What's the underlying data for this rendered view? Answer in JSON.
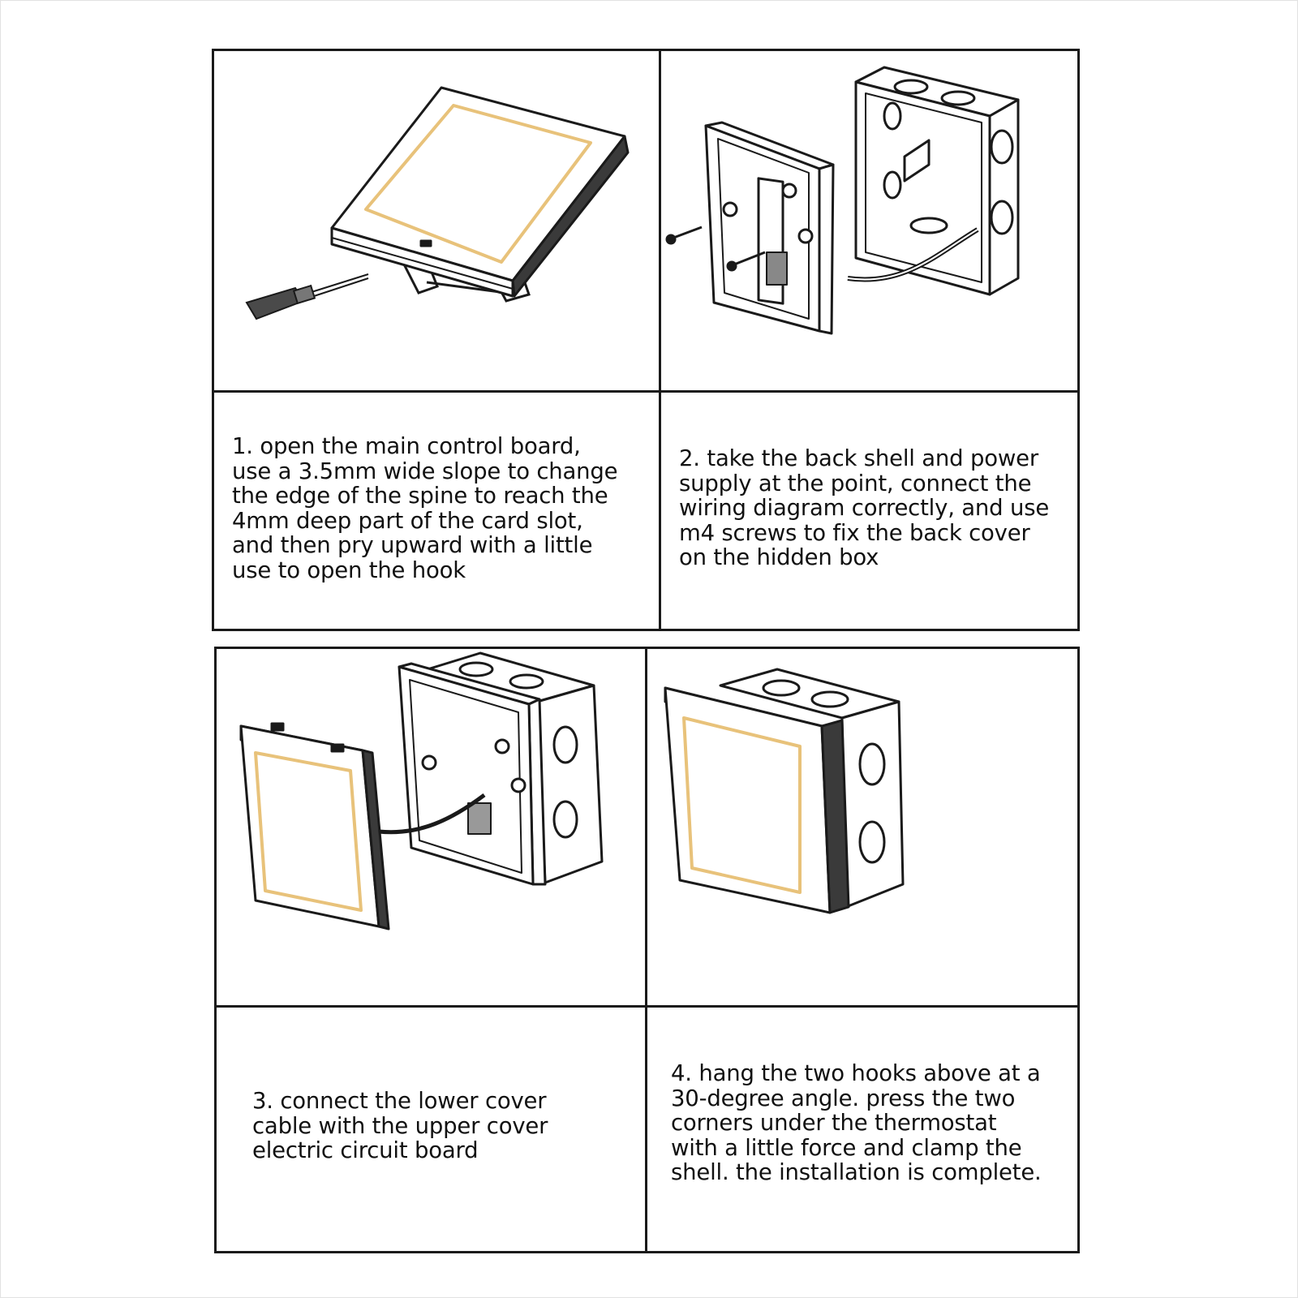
{
  "colors": {
    "line": "#1a1a1a",
    "screen_border": "#e8c27a",
    "cover_shade": "#4a4a4a",
    "background": "#ffffff"
  },
  "steps": [
    {
      "text": "1. open the main control board,\nuse a 3.5mm wide slope to change\nthe edge of the spine to reach the\n4mm deep part of the card slot,\nand then pry upward with a little\nuse to open the hook",
      "illustration": "panel-with-screwdriver"
    },
    {
      "text": "2. take the back shell and power\nsupply at the point, connect the\nwiring diagram correctly, and use\nm4 screws to fix the back cover\non the hidden box",
      "illustration": "back-shell-and-junction-box"
    },
    {
      "text": "3. connect the lower cover\ncable with the upper cover\nelectric circuit board",
      "illustration": "panel-cable-to-back-shell"
    },
    {
      "text": "4. hang the two hooks above at a\n30-degree angle. press the two\ncorners under the thermostat\nwith a little force and clamp the\nshell. the installation is complete.",
      "illustration": "panel-mounted-on-box"
    }
  ]
}
